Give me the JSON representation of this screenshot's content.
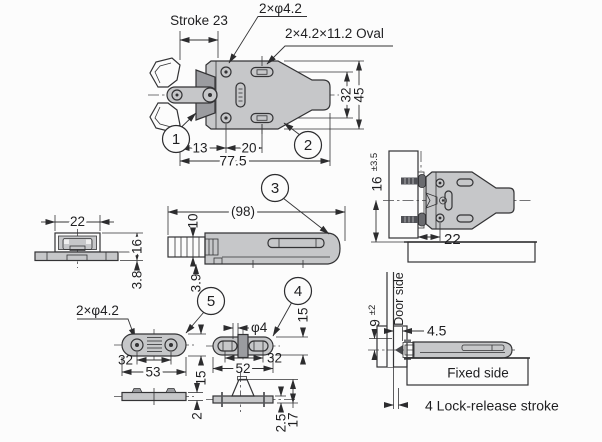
{
  "colors": {
    "part_fill": "#c6c7c9",
    "part_dark": "#9b9ca0",
    "line": "#333335",
    "background": "#fcfcfc"
  },
  "callouts": {
    "stroke_label": "Stroke 23",
    "round_hole_label": "2×φ4.2",
    "oval_hole_label": "2×4.2×11.2 Oval"
  },
  "balloons": [
    "1",
    "2",
    "3",
    "4",
    "5"
  ],
  "plan_view": {
    "hole_pitch": "32",
    "height": "45",
    "hole_offset": "13",
    "oval_offset": "20",
    "length": "77.5"
  },
  "side_view": {
    "length": "(98)",
    "plunger_height": "10",
    "lip": "3.9"
  },
  "end_view": {
    "width": "22",
    "height": "16",
    "base_thickness": "3.8"
  },
  "strike_plate": {
    "hole_label": "2×φ4.2",
    "hole_pitch": "32",
    "length": "53",
    "width": "15",
    "thickness": "2"
  },
  "release_plate": {
    "slot_dia": "φ4",
    "slot_pitch": "32",
    "length": "52",
    "width": "15",
    "thickness": "2.5",
    "height": "17"
  },
  "mount_view": {
    "center_height": "16",
    "center_height_tol": "±3.5",
    "edge_offset": "22"
  },
  "install_view": {
    "door_label": "Door side",
    "projection": "9",
    "projection_tol": "±2",
    "gap": "4.5",
    "fixed_label": "Fixed side",
    "stroke_note": "4 Lock-release stroke"
  }
}
